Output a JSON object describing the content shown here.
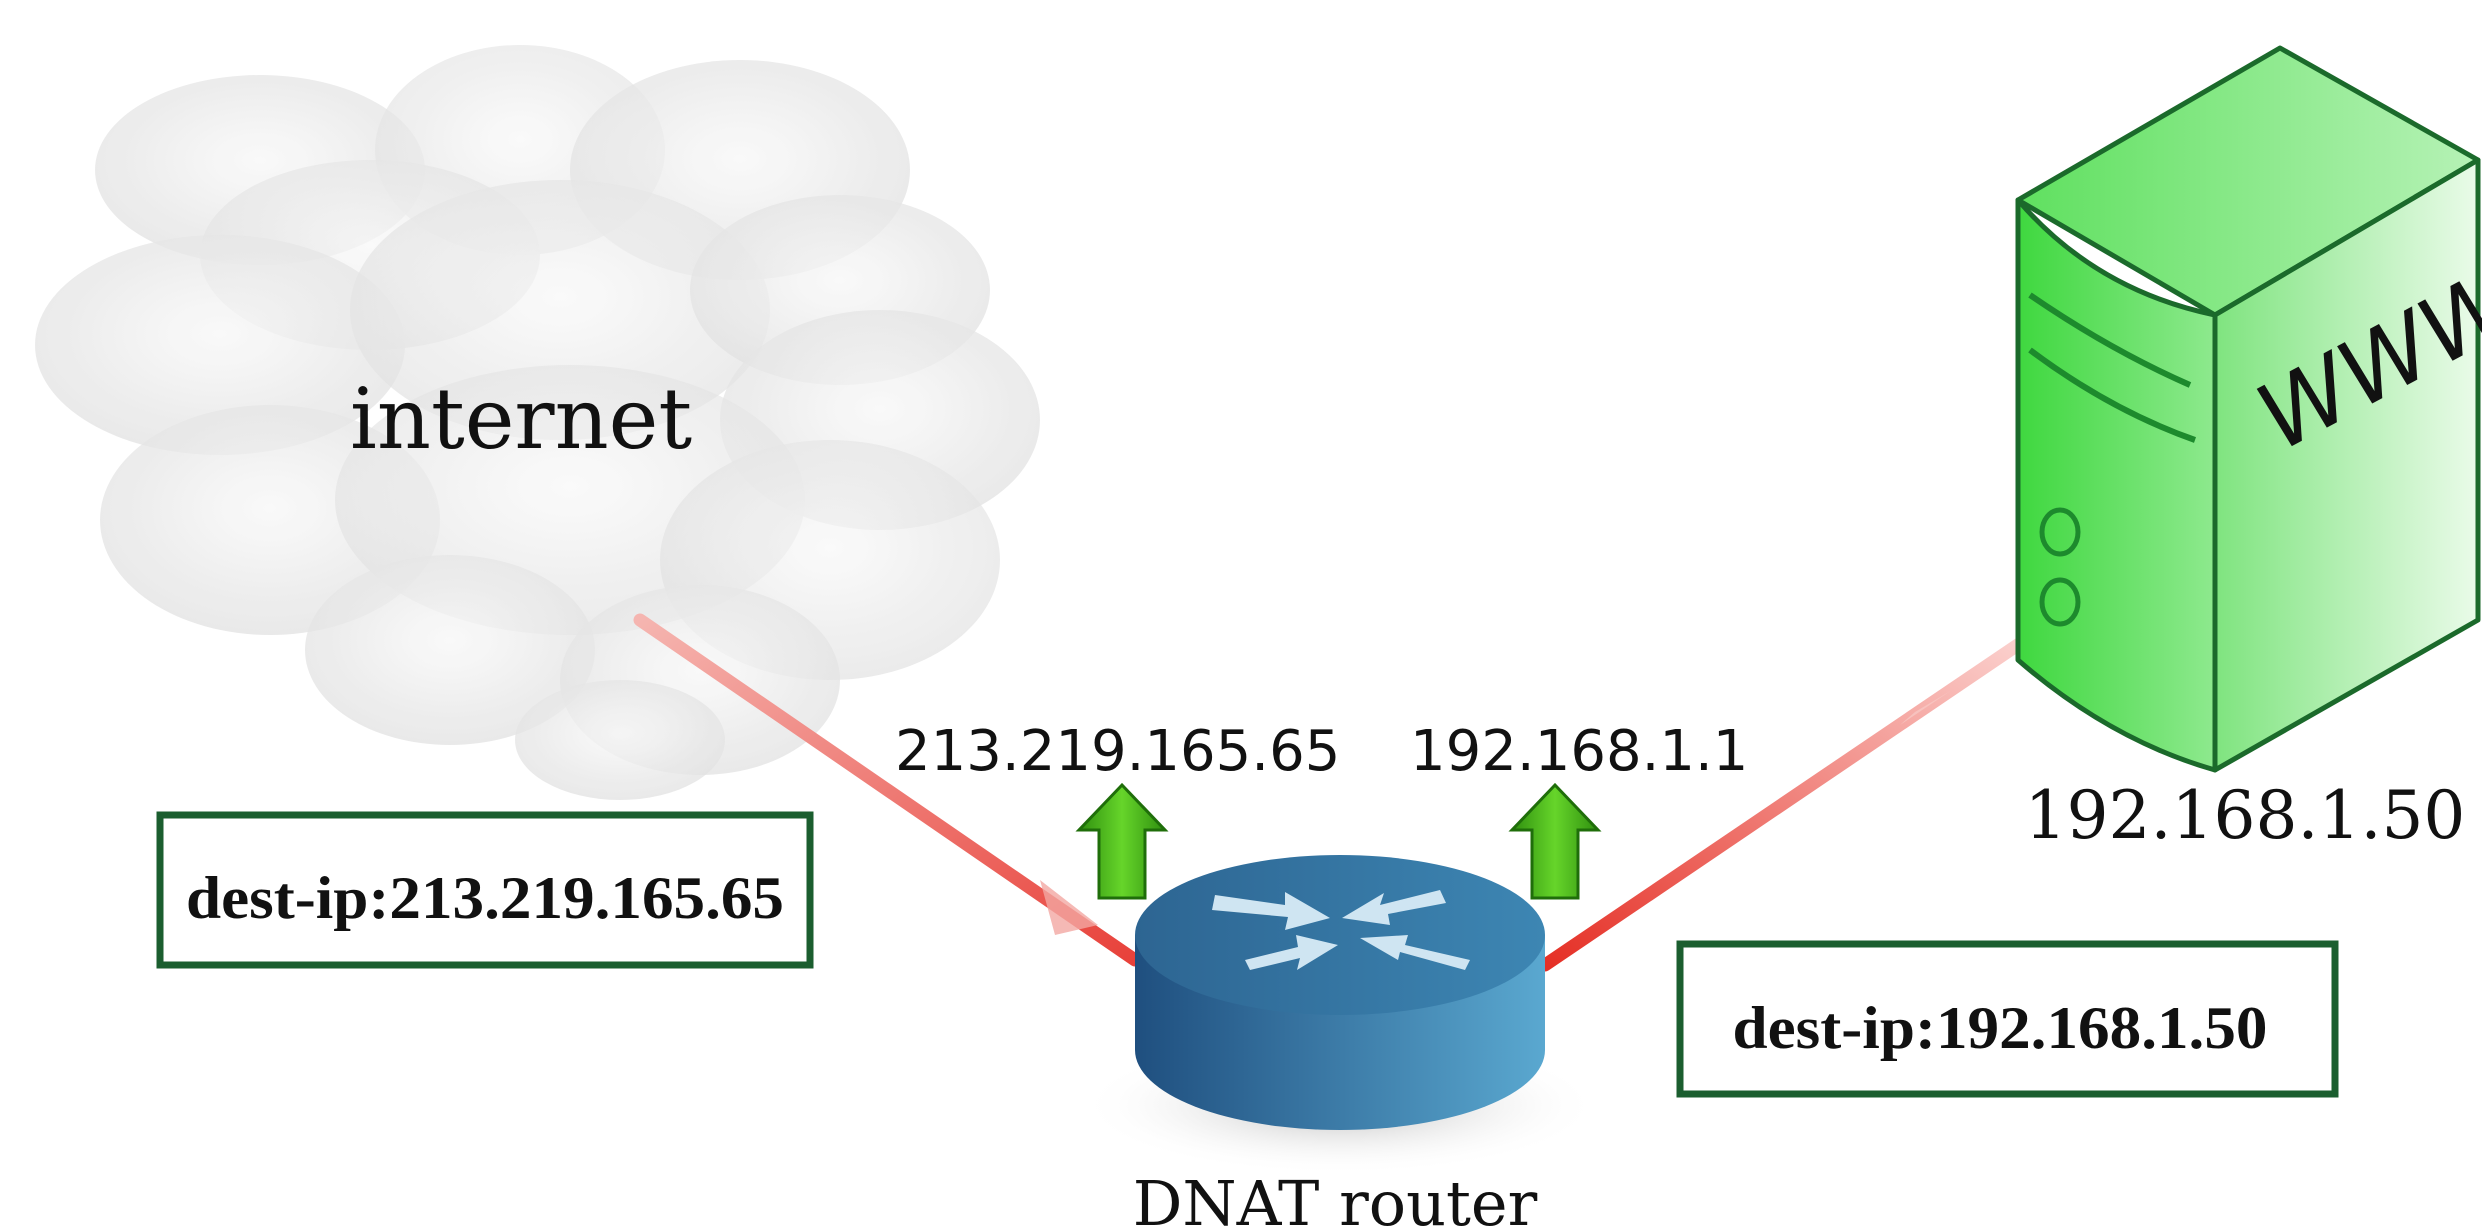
{
  "cloud": {
    "label": "internet"
  },
  "router": {
    "label": "DNAT router",
    "external_ip": "213.219.165.65",
    "internal_ip": "192.168.1.1"
  },
  "server": {
    "label": "WWW",
    "ip": "192.168.1.50"
  },
  "packets": {
    "incoming": "dest-ip:213.219.165.65",
    "forwarded": "dest-ip:192.168.1.50"
  },
  "colors": {
    "box_border": "#1b5e2f",
    "link": "#e8413a",
    "arrow": "#3cb015",
    "router": "#2e6f9e",
    "server": "#4fdc4f"
  }
}
